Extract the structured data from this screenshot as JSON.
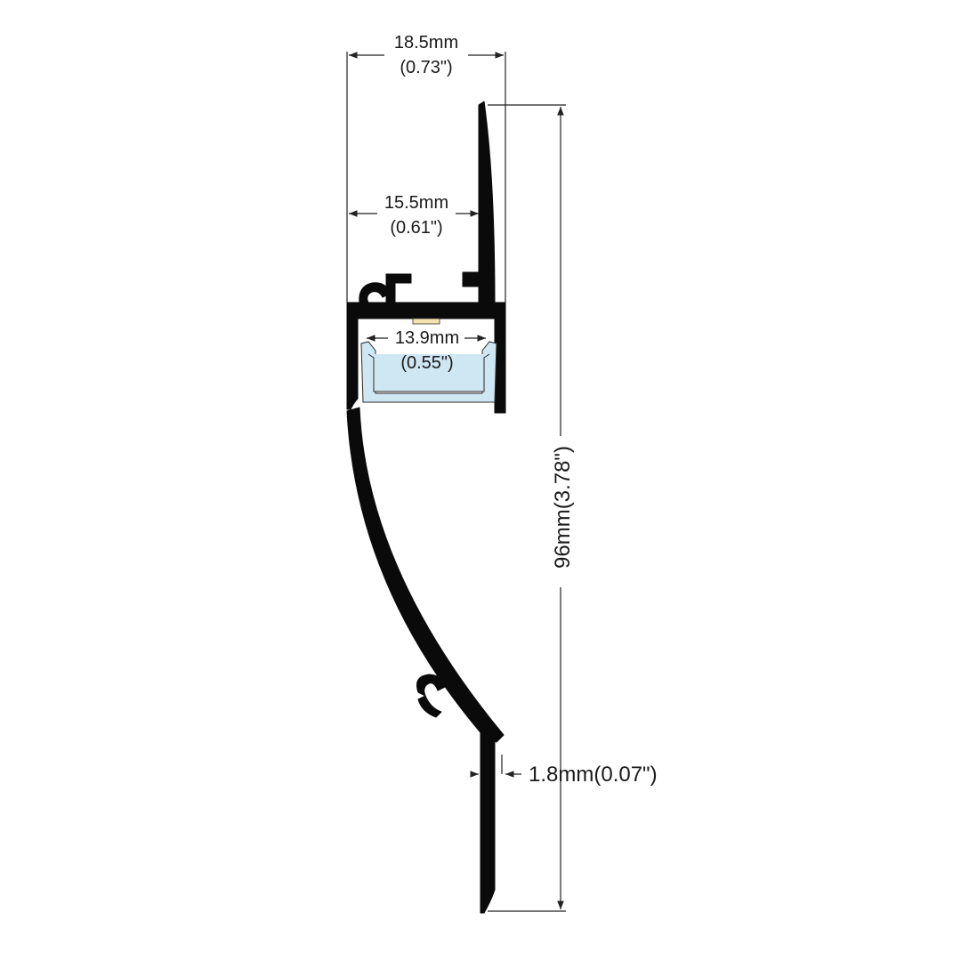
{
  "colors": {
    "profile": "#0a0a0a",
    "diffuser": "#cfe6f3",
    "led": "#f3e3b0",
    "background": "#ffffff"
  },
  "dimensions": {
    "overall_width": {
      "mm": "18.5mm",
      "inch": "(0.73\")"
    },
    "inner_width": {
      "mm": "15.5mm",
      "inch": "(0.61\")"
    },
    "channel_width": {
      "mm": "13.9mm",
      "inch": "(0.55\")"
    },
    "height": {
      "label": "96mm(3.78\")"
    },
    "thickness": {
      "label": "1.8mm(0.07\")"
    }
  }
}
